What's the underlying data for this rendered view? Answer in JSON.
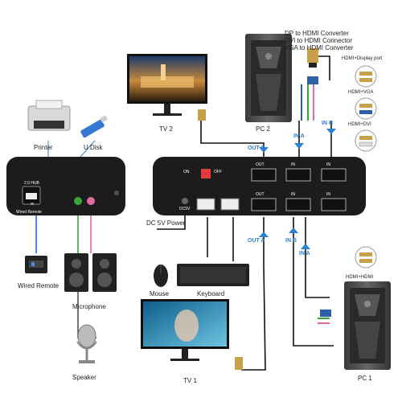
{
  "converters": {
    "dp_hdmi": "DP to HDMI Converter",
    "dvi_hdmi": "DVI to HDMI Connector",
    "vga_hdmi": "VGA to HDMI Converter"
  },
  "ports_legend": {
    "hdmi_display": "HDMI+Display port",
    "hdmi_vga": "HDMI+VGA",
    "hdmi_dvi": "HDMI+DVI",
    "hdmi_hdmi": "HDMI+HDMI"
  },
  "devices": {
    "tv2": "TV 2",
    "tv1": "TV 1",
    "pc2": "PC 2",
    "pc1": "PC 1",
    "printer": "Printer",
    "udisk": "U Disk",
    "wired_remote": "Wired Remote",
    "microphone": "Microphone",
    "speaker": "Speaker",
    "mouse": "Mouse",
    "keyboard": "Keyboard"
  },
  "labels": {
    "dc_power": "DC 5V Power",
    "out_b_top": "OUT B",
    "out_a_bottom": "OUT A",
    "in_b_top": "IN B",
    "in_a_top": "IN A",
    "in_b_bottom": "IN B",
    "in_a_bottom": "IN A"
  },
  "front_panel": {
    "usb_hub": "2.0 HUB",
    "wired_remote": "Wired Remote"
  },
  "rear_panel": {
    "on": "ON",
    "off": "OFF",
    "dc5v": "DC5V",
    "out_b": "OUT",
    "out_a": "OUT",
    "in_b_1": "IN",
    "in_b_2": "IN",
    "in_a_1": "IN",
    "in_a_2": "IN"
  },
  "colors": {
    "accent": "#2a7fd4",
    "device_dark": "#1c1c1c",
    "gold": "#c9a04a"
  }
}
